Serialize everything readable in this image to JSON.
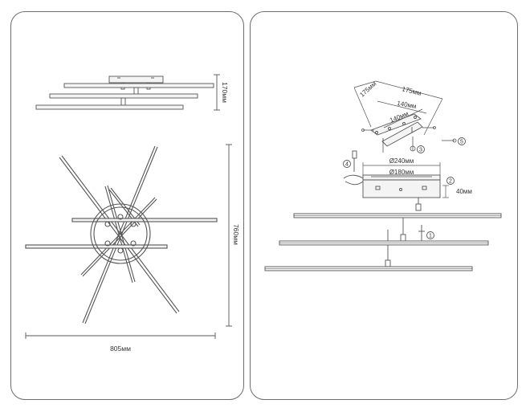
{
  "left_panel": {
    "dimensions": {
      "height": "170мм",
      "overall_height": "760мм",
      "overall_width": "805мм"
    }
  },
  "right_panel": {
    "dimensions": {
      "bracket_diag_left": "175мм",
      "bracket_width_outer": "175мм",
      "bracket_width_inner": "140мм",
      "bracket_diag_inner": "140мм",
      "canopy_diameter": "Ø240мм",
      "canopy_inner_diameter": "Ø180мм",
      "canopy_height": "40мм"
    },
    "callouts": [
      "1",
      "2",
      "3",
      "4",
      "5"
    ]
  },
  "colors": {
    "line": "#555555",
    "border": "#6e6e6e",
    "fill_light": "#f4f4f4"
  }
}
